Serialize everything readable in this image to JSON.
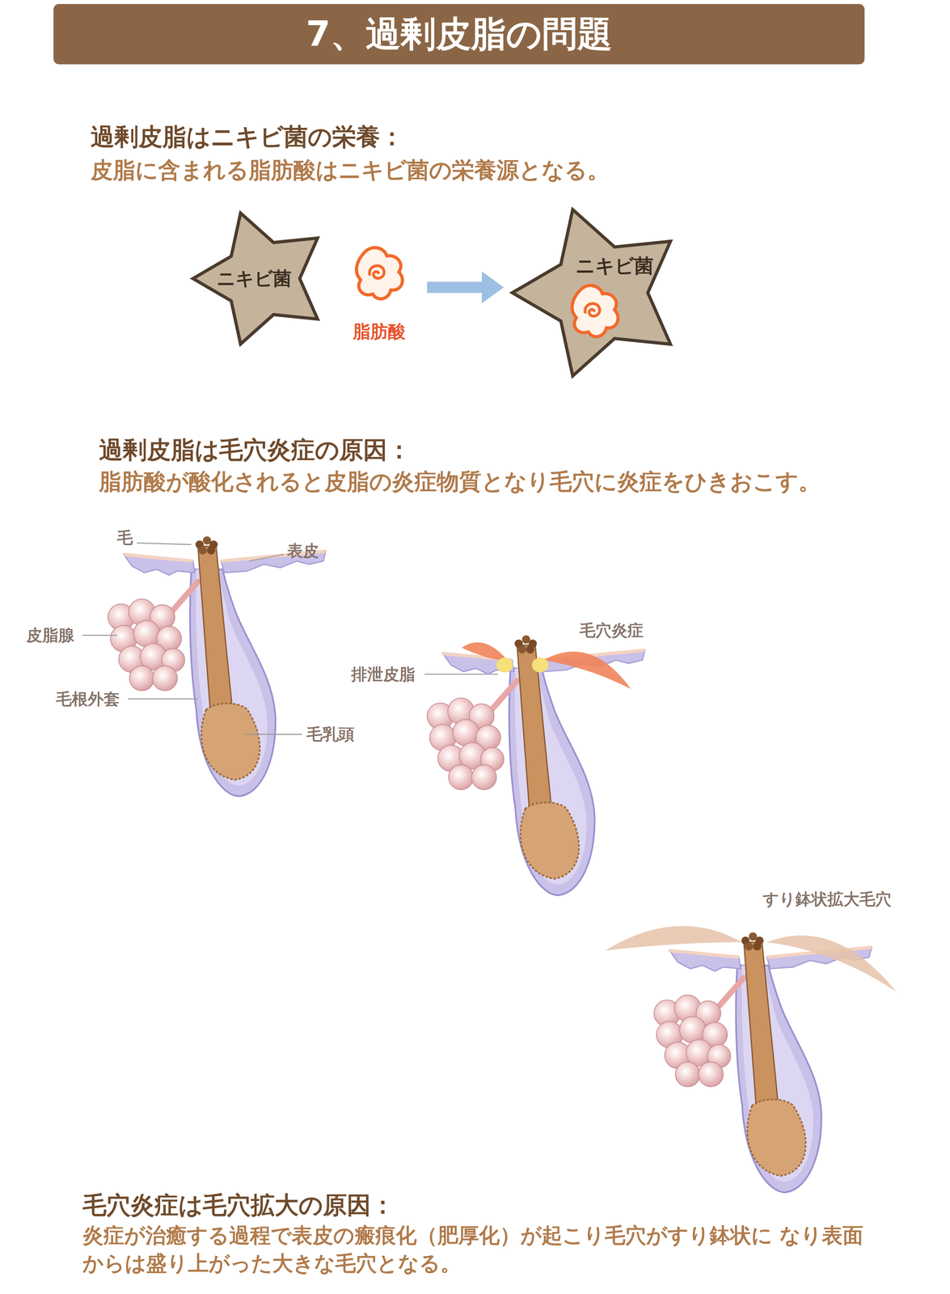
{
  "diagram": {
    "title": "7、過剰皮脂の問題",
    "nodes": [
      {
        "text": [
          "ニキビ菌"
        ]
      },
      {
        "text": [
          "脂肪酸"
        ]
      },
      {
        "text": [
          "ニキビ菌"
        ]
      }
    ],
    "edges": [
      {
        "from": 1,
        "to": 2,
        "arrow": "to"
      }
    ],
    "labels": [
      "過剰皮脂はニキビ菌の栄養：",
      "皮脂に含まれる脂肪酸はニキビ菌の栄養源となる。",
      "過剰皮脂は毛穴炎症の原因：",
      "脂肪酸が酸化されると皮脂の炎症物質となり毛穴に炎症をひきおこす。",
      "毛",
      "表皮",
      "皮脂腺",
      "毛根外套",
      "毛乳頭",
      "毛穴炎症",
      "排泄皮脂",
      "すり鉢状拡大毛穴",
      "毛穴炎症は毛穴拡大の原因：",
      "炎症が治癒する過程で表皮の瘢痕化（肥厚化）が起こり毛穴がすり鉢状に なり表面からは盛り上がった大きな毛穴となる。"
    ]
  }
}
